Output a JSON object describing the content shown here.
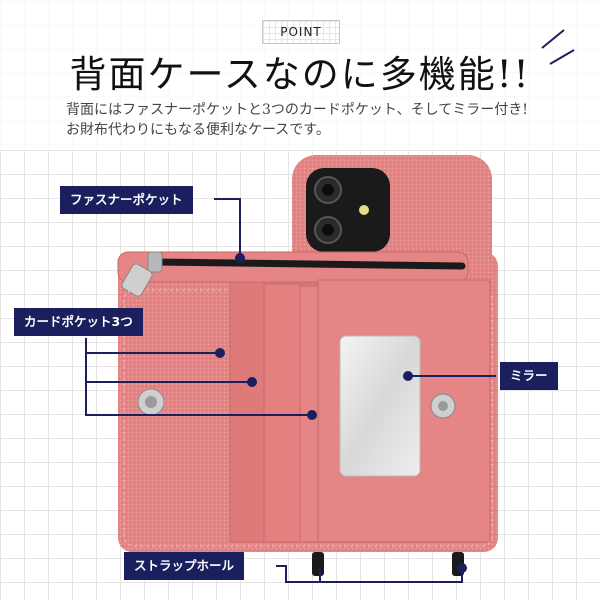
{
  "badge": {
    "text": "POINT"
  },
  "headline": {
    "text": "背面ケースなのに多機能!!"
  },
  "description": {
    "line1": "背面にはファスナーポケットと3つのカードポケット、そしてミラー付き!",
    "line2": "お財布代わりにもなる便利なケースです。"
  },
  "callouts": {
    "fastener_pocket": "ファスナーポケット",
    "card_pockets": "カードポケット3つ",
    "mirror": "ミラー",
    "strap_hole": "ストラップホール"
  },
  "colors": {
    "case_pink": "#e07f7f",
    "label_navy": "#1b1f5e",
    "phone_black": "#1a1a1a"
  }
}
